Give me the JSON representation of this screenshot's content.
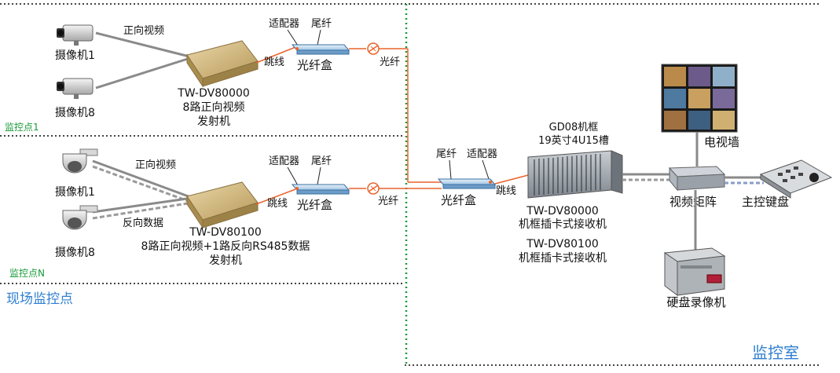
{
  "site1": {
    "camera_top": "摄像机1",
    "camera_bottom": "摄像机8",
    "video_label": "正向视频",
    "transmitter_model": "TW-DV80000",
    "transmitter_desc1": "8路正向视频",
    "transmitter_desc2": "发射机",
    "adapter": "适配器",
    "pigtail": "尾纤",
    "jumper": "跳线",
    "fiber_box": "光纤盒",
    "fiber": "光纤",
    "site_tag": "监控点1"
  },
  "site2": {
    "camera_top": "摄像机1",
    "camera_bottom": "摄像机8",
    "video_label": "正向视频",
    "data_label": "反向数据",
    "transmitter_model": "TW-DV80100",
    "transmitter_desc1": "8路正向视频+1路反向RS485数据",
    "transmitter_desc2": "发射机",
    "adapter": "适配器",
    "pigtail": "尾纤",
    "jumper": "跳线",
    "fiber_box": "光纤盒",
    "fiber": "光纤",
    "site_tag": "监控点N"
  },
  "field_title": "现场监控点",
  "room": {
    "pigtail": "尾纤",
    "adapter": "适配器",
    "fiber_box": "光纤盒",
    "jumper": "跳线",
    "rack_title1": "GD08机框",
    "rack_title2": "19英寸4U15槽",
    "receiver1_model": "TW-DV80000",
    "receiver1_desc": "机框插卡式接收机",
    "receiver2_model": "TW-DV80100",
    "receiver2_desc": "机框插卡式接收机",
    "tv_wall": "电视墙",
    "video_matrix": "视频矩阵",
    "main_keyboard": "主控键盘",
    "dvr": "硬盘录像机",
    "room_title": "监控室"
  },
  "colors": {
    "fiber_orange": "#e8642c",
    "cable_gray": "#8a8a8a",
    "divider_green": "#1a9a3a",
    "label_blue": "#2f7fd0"
  }
}
